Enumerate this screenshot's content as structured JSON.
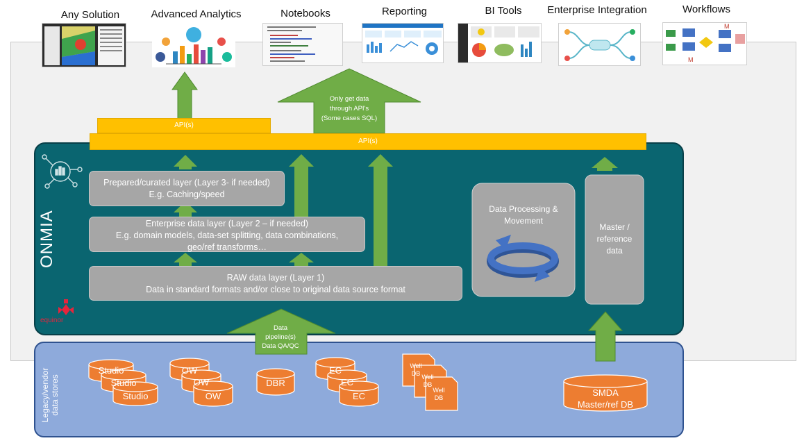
{
  "tools": [
    {
      "id": "any-solution",
      "label": "Any Solution"
    },
    {
      "id": "advanced-analytics",
      "label": "Advanced Analytics"
    },
    {
      "id": "notebooks",
      "label": "Notebooks"
    },
    {
      "id": "reporting",
      "label": "Reporting"
    },
    {
      "id": "bi-tools",
      "label": "BI Tools"
    },
    {
      "id": "enterprise-integration",
      "label": "Enterprise Integration"
    },
    {
      "id": "workflows",
      "label": "Workflows"
    }
  ],
  "api_short": "API(s)",
  "api_long": "API(s)",
  "api_note": [
    "Only get data",
    "through API's",
    "(Some cases SQL)"
  ],
  "platform": {
    "name": "ONMIA",
    "brand": "equinor"
  },
  "layers": {
    "prepared": [
      "Prepared/curated layer (Layer 3- if needed)",
      "E.g. Caching/speed"
    ],
    "enterprise": [
      "Enterprise data layer (Layer 2 – if needed)",
      "E.g. domain models, data-set splitting, data combinations,",
      "geo/ref transforms…"
    ],
    "raw": [
      "RAW data layer (Layer 1)",
      "Data in standard formats and/or close to original data source format"
    ]
  },
  "processing": [
    "Data Processing &",
    "Movement"
  ],
  "master": [
    "Master /",
    "reference",
    "data"
  ],
  "pipeline": [
    "Data",
    "pipeline(s)",
    "Data QA/QC"
  ],
  "legacy": [
    "Legacy/vendor",
    "data stores"
  ],
  "stores": {
    "studio": [
      "Studio",
      "Studio",
      "Studio"
    ],
    "ow": [
      "OW",
      "OW",
      "OW"
    ],
    "dbr": "DBR",
    "ec": [
      "EC",
      "EC",
      "EC"
    ],
    "well": [
      "Well DB",
      "Well DB",
      "Well DB"
    ],
    "smda": [
      "SMDA",
      "Master/ref DB"
    ]
  },
  "colors": {
    "teal": "#0a6570",
    "api": "#ffc000",
    "arrow": "#70ad47",
    "cylinder": "#ed7d31",
    "legacy": "#8eaadb",
    "layer": "#a6a6a6"
  }
}
